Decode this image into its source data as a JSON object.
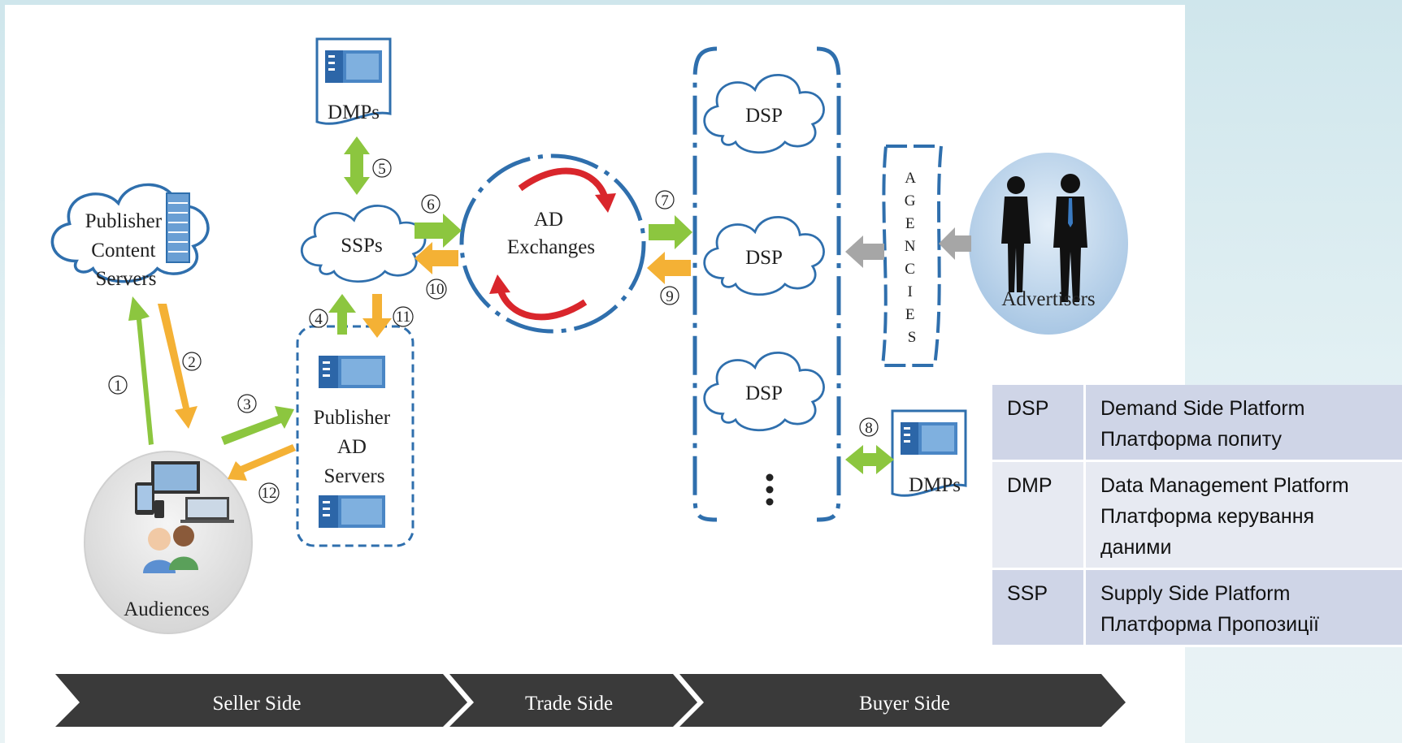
{
  "nodes": {
    "publisher_content_servers": [
      "Publisher",
      "Content",
      "Servers"
    ],
    "dmps_top": "DMPs",
    "ssps": "SSPs",
    "ad_exchanges": [
      "AD",
      "Exchanges"
    ],
    "dsp_1": "DSP",
    "dsp_2": "DSP",
    "dsp_3": "DSP",
    "dmps_bottom": "DMPs",
    "agencies": [
      "A",
      "G",
      "E",
      "N",
      "C",
      "I",
      "E",
      "S"
    ],
    "advertisers": "Advertisers",
    "publisher_ad_servers": [
      "Publisher",
      "AD",
      "Servers"
    ],
    "audiences": "Audiences"
  },
  "steps": [
    "1",
    "2",
    "3",
    "4",
    "5",
    "6",
    "7",
    "8",
    "9",
    "10",
    "11",
    "12"
  ],
  "phases": [
    "Seller Side",
    "Trade Side",
    "Buyer Side"
  ],
  "legend": [
    {
      "abbr": "DSP",
      "lines": [
        "Demand Side Platform",
        "Платформа попиту"
      ]
    },
    {
      "abbr": "DMP",
      "lines": [
        "Data Management Platform",
        "Платформа керування",
        "даними"
      ]
    },
    {
      "abbr": "SSP",
      "lines": [
        "Supply Side Platform",
        "Платформа Пропозиції"
      ]
    }
  ],
  "colors": {
    "green_arrow": "#8cc63f",
    "orange_arrow": "#f4b135",
    "gray_arrow": "#a6a6a6",
    "red_arrow": "#d9262c",
    "blue_outline": "#2f6fad",
    "phase_bar": "#3a3a3a",
    "legend_dark_row": "#cfd5e7",
    "legend_light_row": "#e7eaf2"
  }
}
